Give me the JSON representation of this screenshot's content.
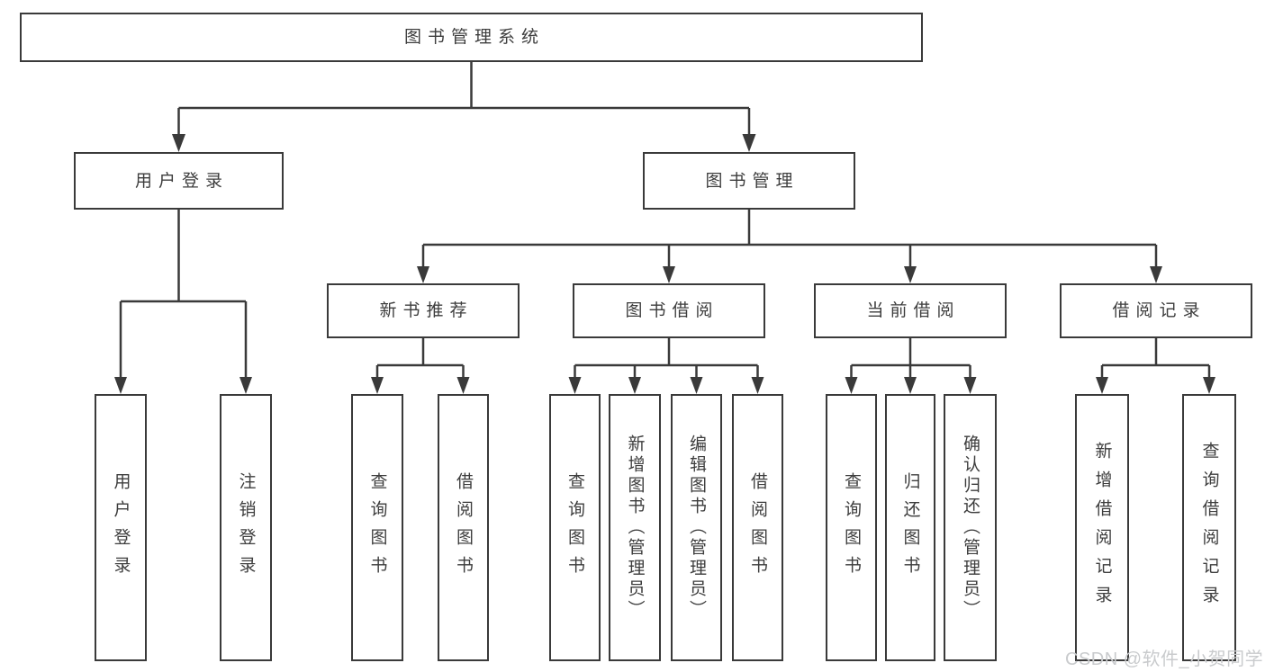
{
  "diagram": {
    "root": {
      "label": "图书管理系统"
    },
    "level2": [
      {
        "label": "用户登录"
      },
      {
        "label": "图书管理"
      }
    ],
    "level3": [
      {
        "label": "新书推荐"
      },
      {
        "label": "图书借阅"
      },
      {
        "label": "当前借阅"
      },
      {
        "label": "借阅记录"
      }
    ],
    "leaves": [
      {
        "label": "用户登录"
      },
      {
        "label": "注销登录"
      },
      {
        "label": "查询图书"
      },
      {
        "label": "借阅图书"
      },
      {
        "label": "查询图书"
      },
      {
        "label": "新增图书（管理员）"
      },
      {
        "label": "编辑图书（管理员）"
      },
      {
        "label": "借阅图书"
      },
      {
        "label": "查询图书"
      },
      {
        "label": "归还图书"
      },
      {
        "label": "确认归还（管理员）"
      },
      {
        "label": "新增借阅记录"
      },
      {
        "label": "查询借阅记录"
      }
    ]
  },
  "watermark": {
    "text": "CSDN @软件_小贺同学"
  },
  "colors": {
    "line": "#3a3a3a",
    "text": "#3d3d3d",
    "watermark": "#c9cbcd",
    "background": "#ffffff"
  }
}
